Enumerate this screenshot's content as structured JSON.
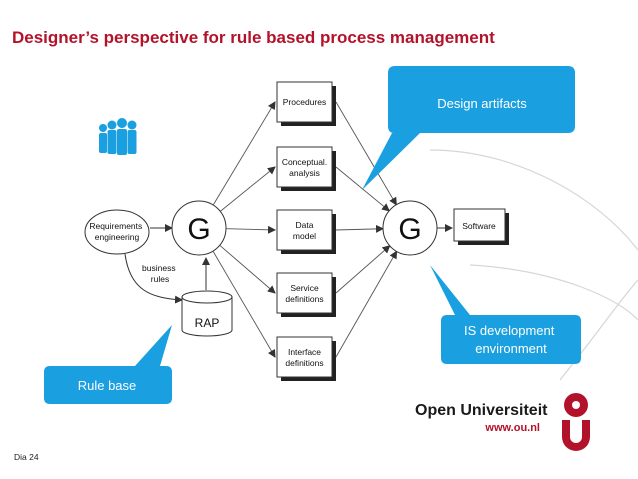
{
  "slide": {
    "title": "Designer’s perspective for rule based process management",
    "footer": "Dia 24"
  },
  "colors": {
    "title": "#b3132a",
    "callout": "#1a9fe0",
    "brand_red": "#b3132a"
  },
  "diagram": {
    "requirements": "Requirements engineering",
    "g_left": "G",
    "g_right": "G",
    "business_rules": "business rules",
    "rap": "RAP",
    "artifacts": [
      "Procedures",
      "Conceptual. analysis",
      "Data model",
      "Service definitions",
      "Interface definitions"
    ],
    "software": "Software"
  },
  "callouts": {
    "design_artifacts": "Design artifacts",
    "is_development": "IS development environment",
    "rule_base": "Rule base"
  },
  "logo": {
    "name": "Open Universiteit",
    "url": "www.ou.nl"
  }
}
